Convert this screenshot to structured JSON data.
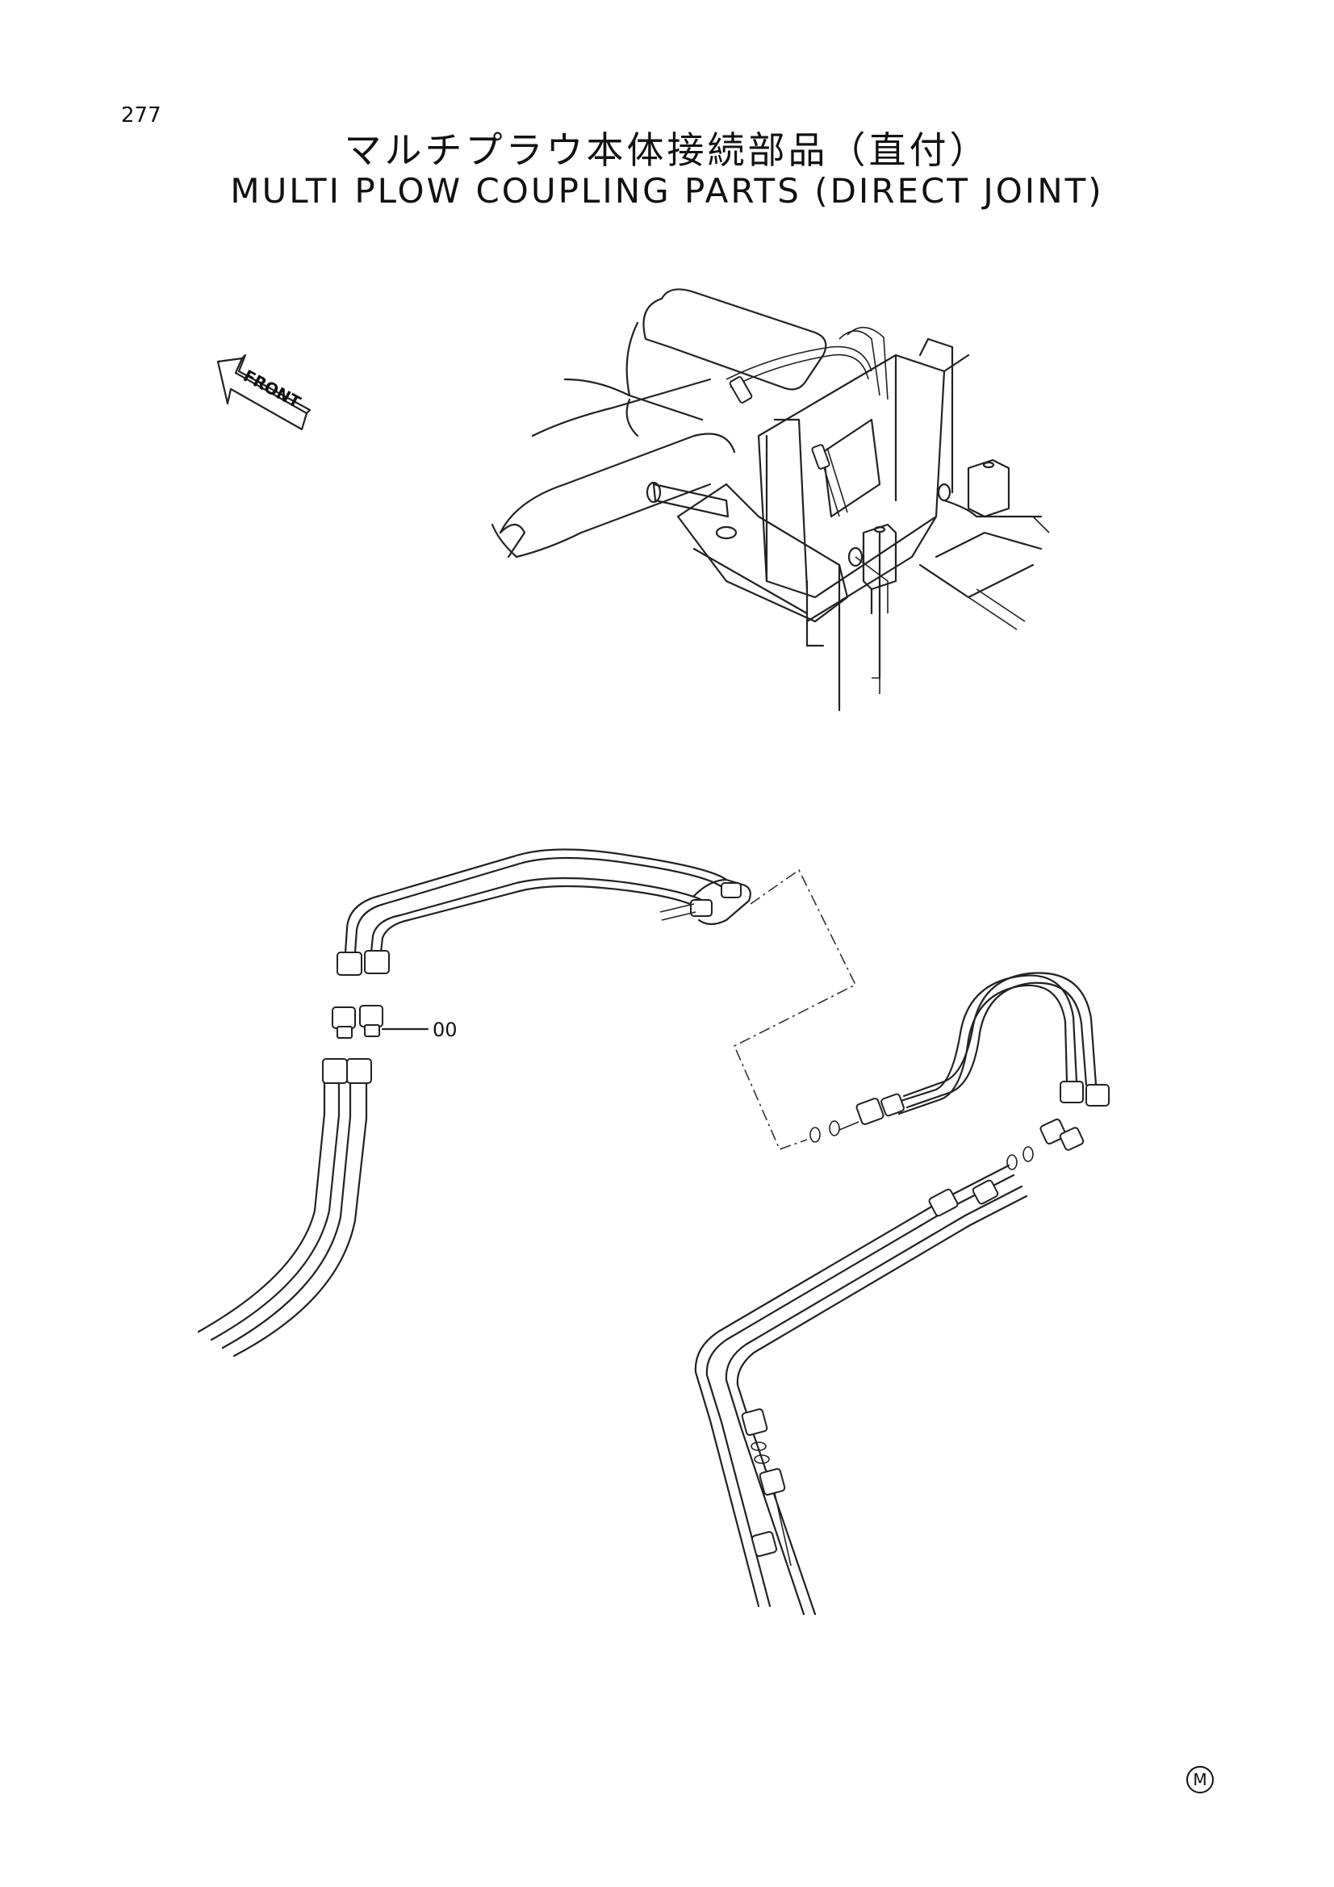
{
  "page": {
    "number": "277"
  },
  "title": {
    "jp": "マルチプラウ本体接続部品（直付）",
    "en": "MULTI PLOW COUPLING PARTS (DIRECT JOINT)"
  },
  "diagram": {
    "front_label": "FRONT",
    "callouts": [
      {
        "ref": "00"
      }
    ]
  },
  "footer": {
    "mark": "M"
  }
}
